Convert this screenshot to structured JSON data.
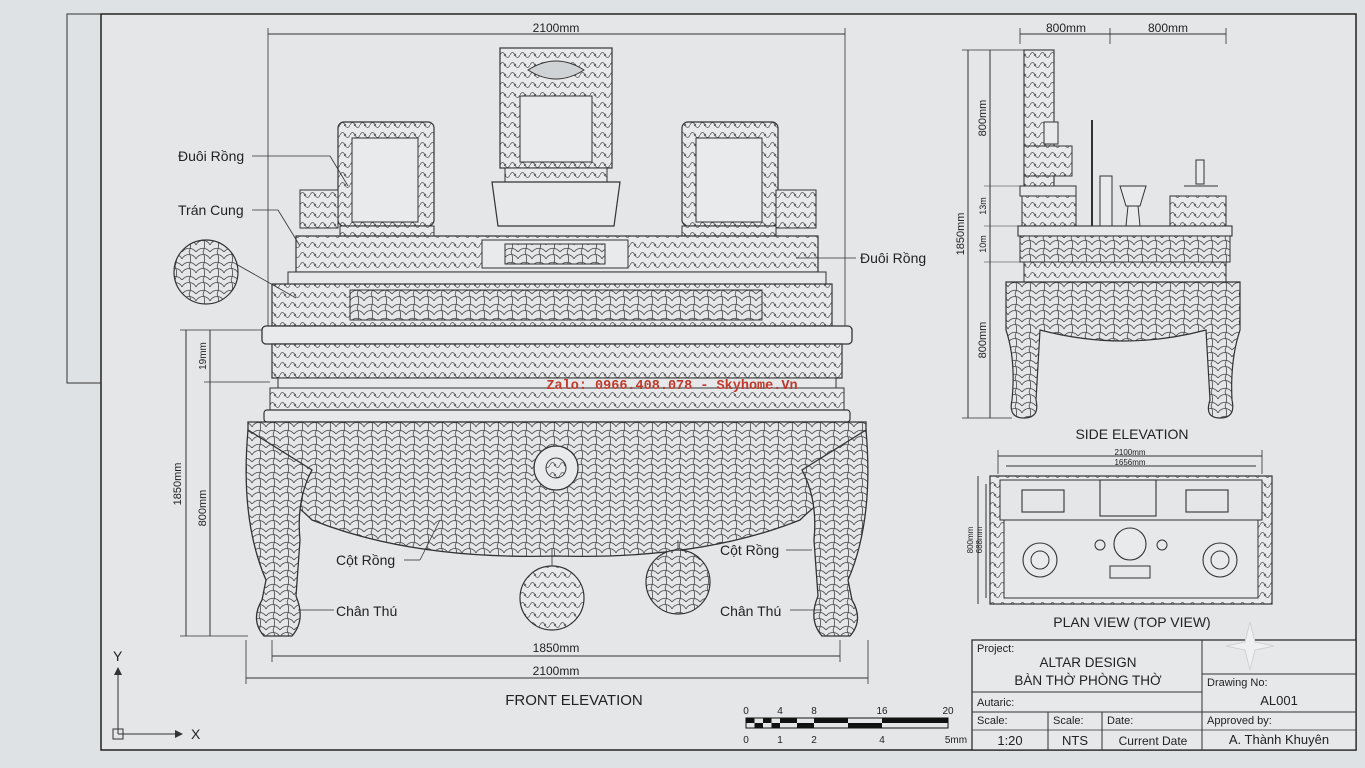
{
  "dimensions": {
    "front_top_width": "2100mm",
    "front_bottom_inner": "1850mm",
    "front_bottom_outer": "2100mm",
    "front_height_total": "1850mm",
    "front_height_leg": "800mm",
    "front_height_band": "19mm",
    "side_top_left": "800mm",
    "side_top_right": "800mm",
    "side_height_total": "1850mm",
    "side_upper": "800mm",
    "side_mid1": "13m",
    "side_mid2": "10m",
    "side_lower": "800mm",
    "plan_outer_width": "2100mm",
    "plan_inner_width": "1656mm",
    "plan_depth_outer": "800mm",
    "plan_depth_inner": "688mm"
  },
  "labels": {
    "duoi_rong_left": "Đuôi Rồng",
    "tran_cung": "Trán Cung",
    "duoi_rong_right": "Đuôi Rồng",
    "cot_rong_left": "Cột Rồng",
    "cot_rong_right": "Cột Rồng",
    "chan_thu_left": "Chân Thú",
    "chan_thu_right": "Chân Thú"
  },
  "watermark": "Zalo: 0966.408.078 - Skyhome.Vn",
  "views": {
    "front": "FRONT ELEVATION",
    "side": "SIDE ELEVATION",
    "plan": "PLAN VIEW (TOP VIEW)"
  },
  "axes": {
    "y": "Y",
    "x": "X"
  },
  "scale_bar": {
    "top_ticks": [
      "0",
      "4",
      "8",
      "16",
      "20"
    ],
    "bottom_ticks": [
      "0",
      "1",
      "2",
      "4",
      "5mm"
    ]
  },
  "title_block": {
    "project_label": "Project:",
    "project_line1": "ALTAR DESIGN",
    "project_line2": "BÀN THỜ PHÒNG THỜ",
    "drawing_no_label": "Drawing No:",
    "drawing_no": "AL001",
    "autaric_label": "Autaric:",
    "scale_label": "Scale:",
    "scale_value": "1:20",
    "scale2_label": "Scale:",
    "scale2_value": "NTS",
    "date_label": "Date:",
    "date_value": "Current Date",
    "approved_label": "Approved by:",
    "approved_value": "A. Thành Khuyên"
  }
}
